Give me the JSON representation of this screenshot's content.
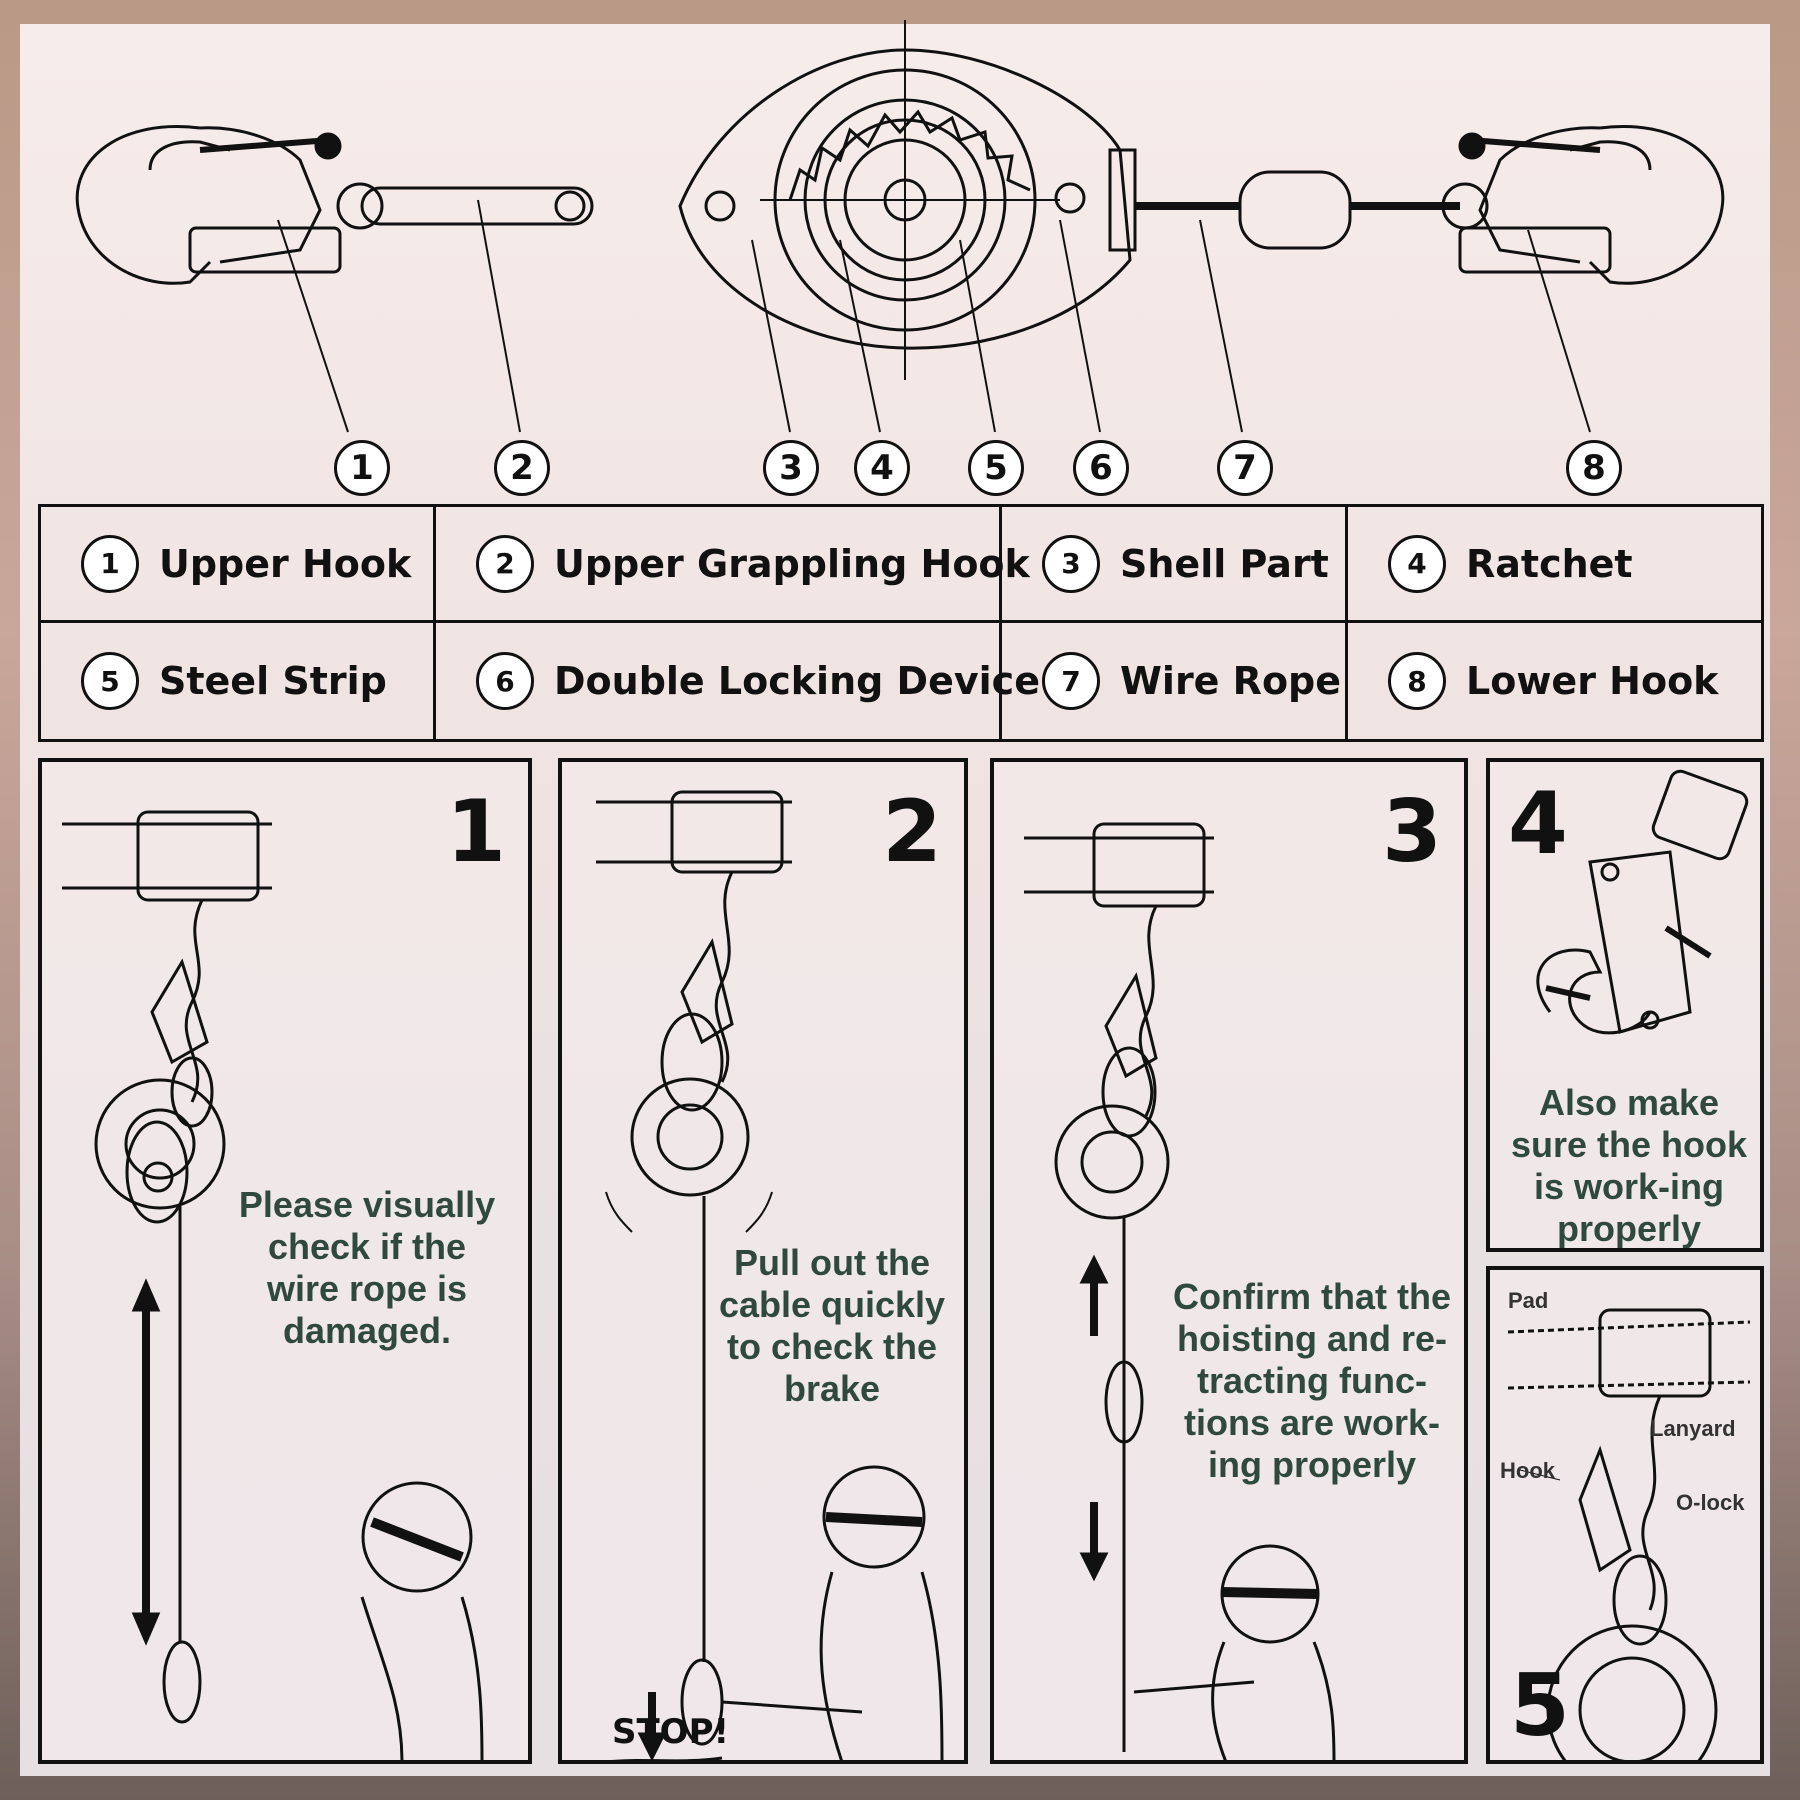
{
  "callouts": [
    "1",
    "2",
    "3",
    "4",
    "5",
    "6",
    "7",
    "8"
  ],
  "legend": [
    {
      "num": "1",
      "label": "Upper Hook"
    },
    {
      "num": "2",
      "label": "Upper Grappling Hook"
    },
    {
      "num": "3",
      "label": "Shell Part"
    },
    {
      "num": "4",
      "label": "Ratchet"
    },
    {
      "num": "5",
      "label": "Steel Strip"
    },
    {
      "num": "6",
      "label": "Double Locking Device"
    },
    {
      "num": "7",
      "label": "Wire Rope"
    },
    {
      "num": "8",
      "label": "Lower Hook"
    }
  ],
  "panels": [
    {
      "num": "1",
      "text": "Please visually check if the wire rope is damaged."
    },
    {
      "num": "2",
      "text": "Pull out the cable quickly to check the brake",
      "stop": "STOP!"
    },
    {
      "num": "3",
      "text": "Confirm that the hoisting and re-tracting func-tions are work-ing properly"
    },
    {
      "num": "4",
      "text": "Also make sure the hook is work-ing properly"
    },
    {
      "num": "5",
      "labels": {
        "pad": "Pad",
        "lanyard": "Lanyard",
        "hook": "Hook",
        "olock": "O-lock"
      }
    }
  ],
  "colors": {
    "instruction_text": "#2f4a3d",
    "line": "#111111"
  }
}
